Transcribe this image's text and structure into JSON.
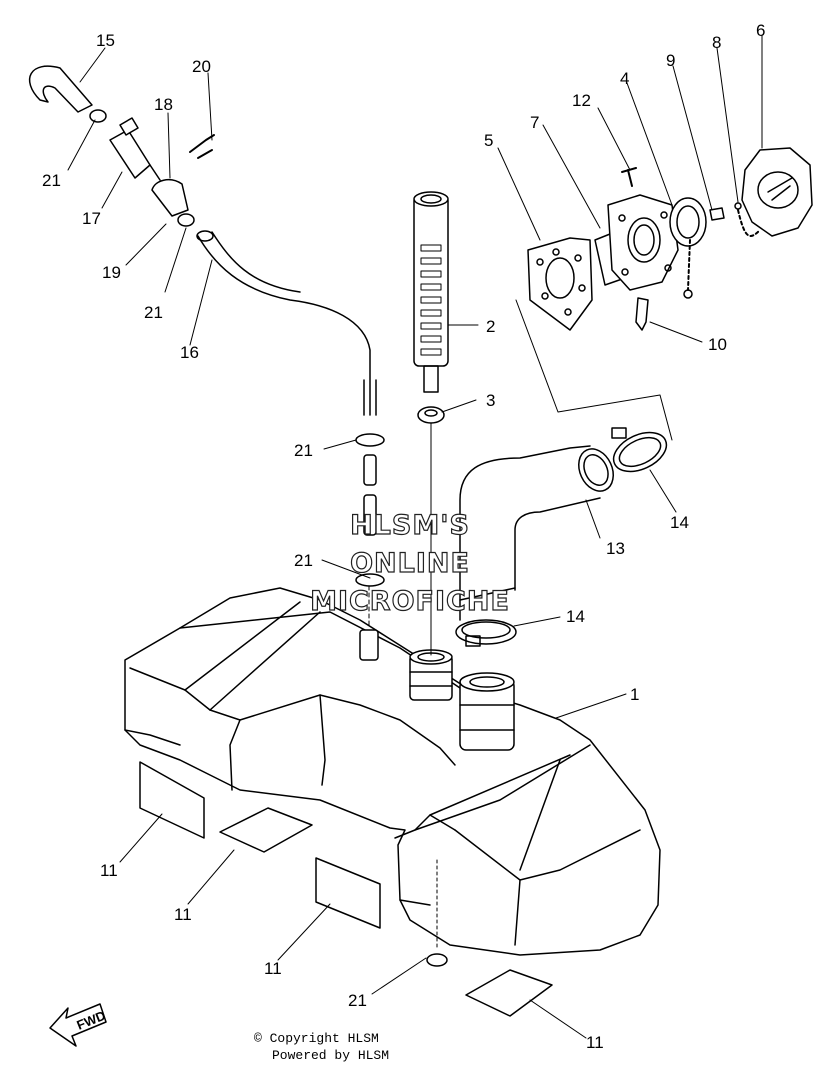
{
  "diagram": {
    "callouts": {
      "c1": "1",
      "c2": "2",
      "c3": "3",
      "c4": "4",
      "c5": "5",
      "c6": "6",
      "c7": "7",
      "c8": "8",
      "c9": "9",
      "c10": "10",
      "c11a": "11",
      "c11b": "11",
      "c11c": "11",
      "c11d": "11",
      "c12": "12",
      "c13": "13",
      "c14a": "14",
      "c14b": "14",
      "c15": "15",
      "c16": "16",
      "c17": "17",
      "c18": "18",
      "c19": "19",
      "c20": "20",
      "c21a": "21",
      "c21b": "21",
      "c21c": "21",
      "c21d": "21",
      "c21e": "21"
    },
    "watermark": {
      "line1": "HLSM'S",
      "line2": "ONLINE",
      "line3": "MICROFICHE"
    },
    "fwd_label": "FWD"
  },
  "footer": {
    "copyright": "© Copyright HLSM",
    "powered": "Powered by HLSM"
  }
}
